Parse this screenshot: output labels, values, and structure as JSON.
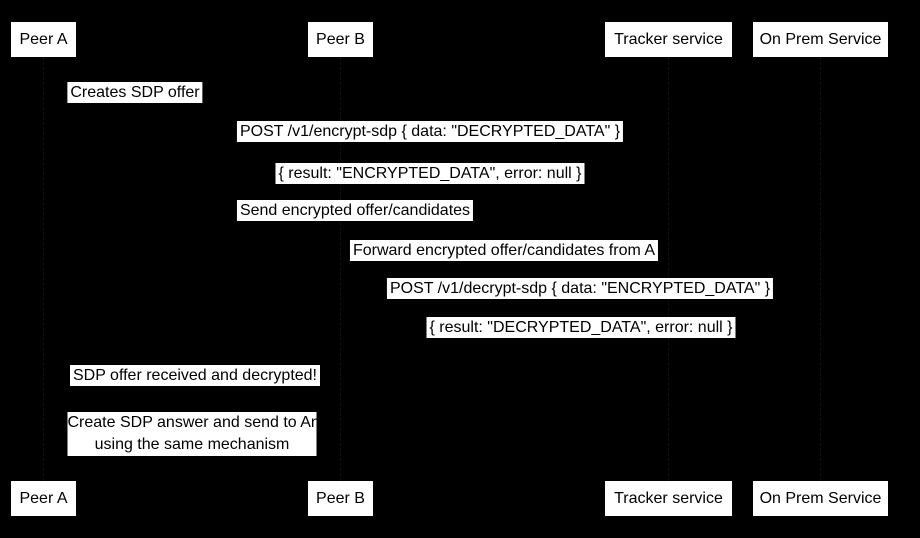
{
  "colors": {
    "background": "#000000",
    "box_fill": "#ffffff",
    "box_text": "#000000"
  },
  "participants": [
    {
      "label": "Peer A"
    },
    {
      "label": "Peer B"
    },
    {
      "label": "Tracker service"
    },
    {
      "label": "On Prem Service"
    }
  ],
  "messages": [
    {
      "text": "Creates SDP offer"
    },
    {
      "text": "POST /v1/encrypt-sdp { data: \"DECRYPTED_DATA\" }"
    },
    {
      "text": "{ result: \"ENCRYPTED_DATA\", error: null }"
    },
    {
      "text": "Send encrypted offer/candidates"
    },
    {
      "text": "Forward encrypted offer/candidates from A"
    },
    {
      "text": "POST /v1/decrypt-sdp { data: \"ENCRYPTED_DATA\" }"
    },
    {
      "text": "{ result: \"DECRYPTED_DATA\", error: null }"
    },
    {
      "text": "SDP offer received and decrypted!"
    }
  ],
  "note": {
    "lines": [
      "Create SDP answer and send to An",
      "using the same mechanism"
    ]
  }
}
